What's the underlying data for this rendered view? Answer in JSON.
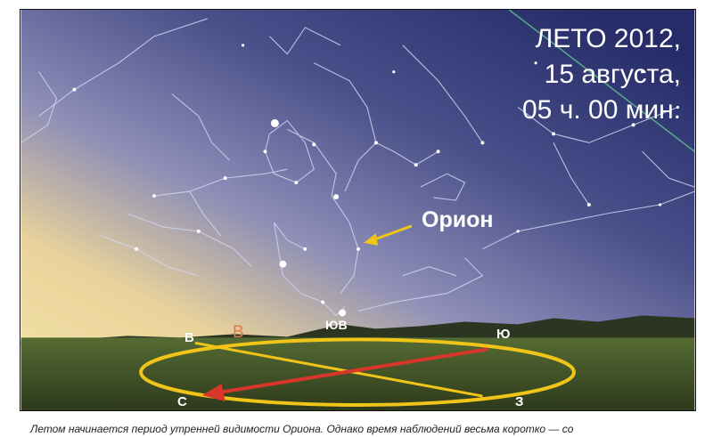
{
  "date_overlay": {
    "line1": "ЛЕТО 2012,",
    "line2": "15 августа,",
    "line3": "05 ч. 00 мин."
  },
  "constellation_label": "Орион",
  "directions": {
    "east": "В",
    "east_faded": "В",
    "southeast": "ЮВ",
    "south": "Ю",
    "north": "С",
    "west": "З"
  },
  "caption": "Летом начинается период утренней видимости Ориона. Однако время наблюдений весьма коротко — со",
  "colors": {
    "sky_top": "#2c3470",
    "sky_mid": "#7a7eb0",
    "horizon_glow": "#f3dfa0",
    "ground": "#3b4a25",
    "ellipse": "#f0c419",
    "arrow": "#d8362a",
    "pointer": "#f0c419",
    "ecliptic": "#5fc08a"
  }
}
